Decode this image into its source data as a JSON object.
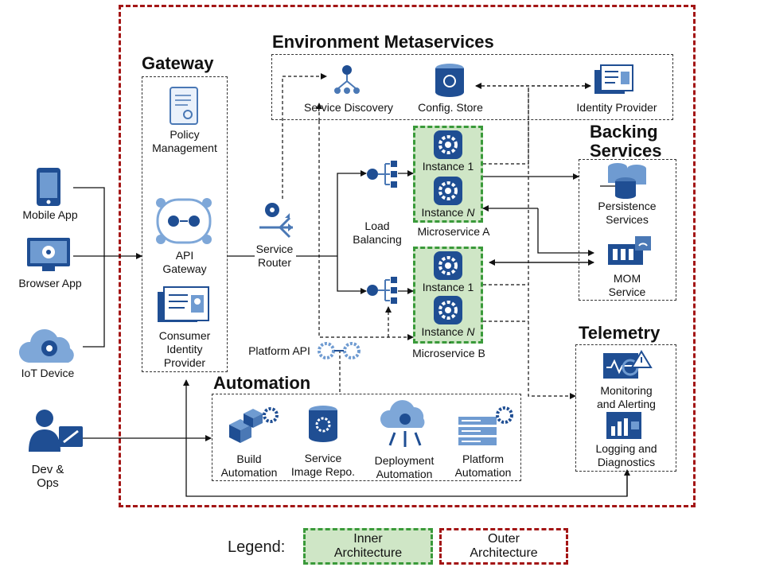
{
  "titles": {
    "environment": "Environment Metaservices",
    "gateway": "Gateway",
    "backing_line1": "Backing",
    "backing_line2": "Services",
    "telemetry": "Telemetry",
    "automation": "Automation"
  },
  "clients": {
    "mobile": "Mobile App",
    "browser": "Browser App",
    "iot": "IoT Device",
    "devops_line1": "Dev &",
    "devops_line2": "Ops"
  },
  "gateway": {
    "policy_line1": "Policy",
    "policy_line2": "Management",
    "api_line1": "API",
    "api_line2": "Gateway",
    "consumer_line1": "Consumer",
    "consumer_line2": "Identity",
    "consumer_line3": "Provider"
  },
  "environment": {
    "discovery": "Service Discovery",
    "config": "Config. Store",
    "identity": "Identity Provider"
  },
  "router": {
    "line1": "Service",
    "line2": "Router"
  },
  "load_balancing": {
    "line1": "Load",
    "line2": "Balancing"
  },
  "platform_api": "Platform API",
  "microservice_a": {
    "name": "Microservice A",
    "instance1": "Instance 1",
    "instanceN_prefix": "Instance ",
    "instanceN_var": "N"
  },
  "microservice_b": {
    "name": "Microservice B",
    "instance1": "Instance 1",
    "instanceN_prefix": "Instance ",
    "instanceN_var": "N"
  },
  "backing": {
    "persistence_line1": "Persistence",
    "persistence_line2": "Services",
    "mom_line1": "MOM",
    "mom_line2": "Service"
  },
  "telemetry": {
    "monitoring_line1": "Monitoring",
    "monitoring_line2": "and Alerting",
    "logging_line1": "Logging and",
    "logging_line2": "Diagnostics"
  },
  "automation": {
    "build_line1": "Build",
    "build_line2": "Automation",
    "image_line1": "Service",
    "image_line2": "Image Repo.",
    "deploy_line1": "Deployment",
    "deploy_line2": "Automation",
    "platform_line1": "Platform",
    "platform_line2": "Automation"
  },
  "legend": {
    "label": "Legend:",
    "inner_line1": "Inner",
    "inner_line2": "Architecture",
    "outer_line1": "Outer",
    "outer_line2": "Architecture"
  },
  "colors": {
    "outer_border": "#a31515",
    "inner_border": "#3a9a3a",
    "inner_fill": "#cfe6c6",
    "icon_blue": "#1f4e93",
    "icon_light": "#6f9bd1"
  }
}
